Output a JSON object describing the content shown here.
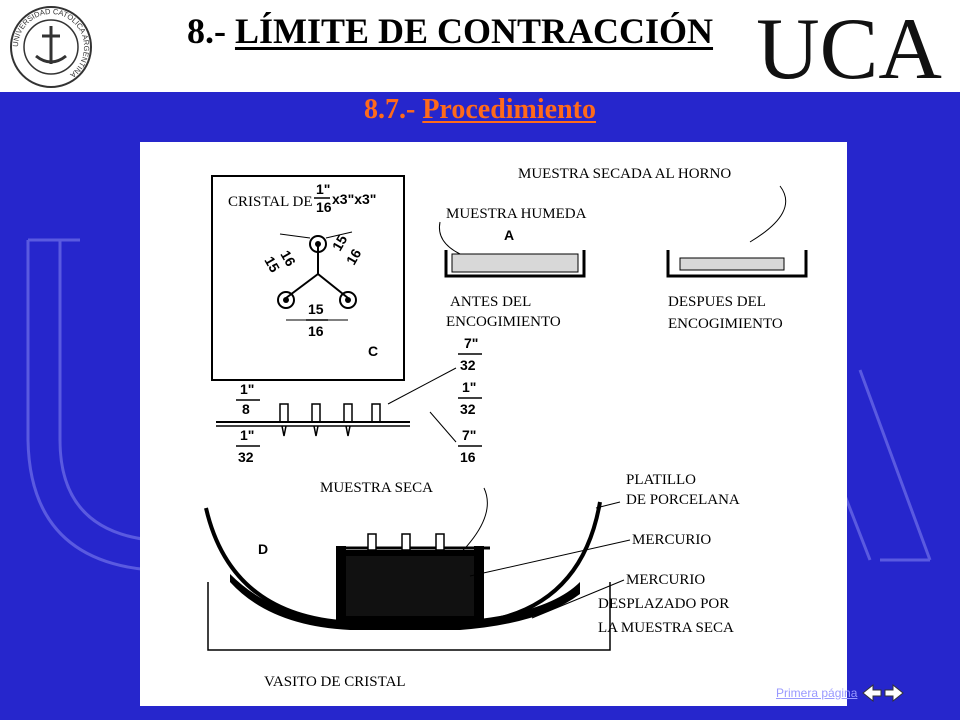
{
  "header": {
    "title_prefix": "8.- ",
    "title_main": "LÍMITE DE CONTRACCIÓN",
    "brand_text": "UCA",
    "seal_text_top": "UNIVERSIDAD CATOLICA ARGENTINA"
  },
  "section": {
    "number": "8.7.- ",
    "label": "Procedimiento"
  },
  "figure": {
    "cristal_de": "CRISTAL DE",
    "dim_1_16": [
      "1\"",
      "16"
    ],
    "dim_x3x3": "x3\"x3\"",
    "dim_15_16_left": [
      "15",
      "16"
    ],
    "dim_15_16_right": [
      "15",
      "16"
    ],
    "dim_15_16_bottom": [
      "15",
      "16"
    ],
    "c_label": "C",
    "a_label": "A",
    "d_label": "D",
    "muestra_secada_al_horno": "MUESTRA SECADA AL HORNO",
    "muestra_humeda": "MUESTRA HUMEDA",
    "antes_del": "ANTES DEL",
    "encogimiento_1": "ENCOGIMIENTO",
    "despues_del": "DESPUES DEL",
    "encogimiento_2": "ENCOGIMIENTO",
    "dim_7_32": [
      "7\"",
      "32"
    ],
    "dim_1_8": [
      "1\"",
      "8"
    ],
    "dim_1_32_right": [
      "1\"",
      "32"
    ],
    "dim_1_32_left": [
      "1\"",
      "32"
    ],
    "dim_7_16": [
      "7\"",
      "16"
    ],
    "muestra_seca": "MUESTRA SECA",
    "platillo": "PLATILLO",
    "de_porcelana": "DE PORCELANA",
    "mercurio_1": "MERCURIO",
    "mercurio_2": "MERCURIO",
    "desplazado_por": "DESPLAZADO POR",
    "la_muestra_seca": "LA MUESTRA SECA",
    "vasito_de_cristal": "VASITO DE CRISTAL"
  },
  "nav": {
    "first_page": "Primera página",
    "prev_icon": "arrow-left-icon",
    "next_icon": "arrow-right-icon"
  },
  "colors": {
    "background": "#2626cc",
    "subtitle": "#ff6a1a",
    "link": "#9999ff"
  }
}
